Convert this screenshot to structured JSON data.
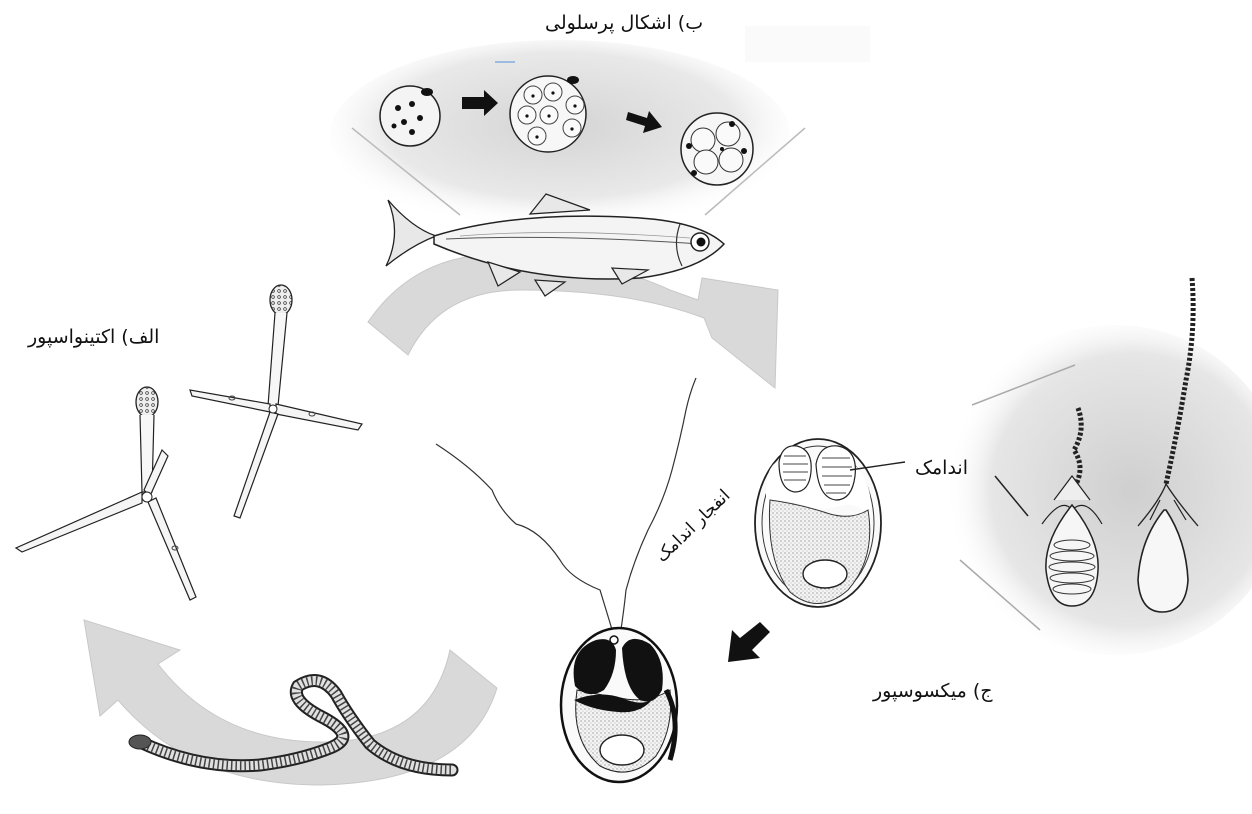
{
  "labels": {
    "multicellular": "ب) اشکال پرسلولی",
    "actinospore": "الف) اکتینواسپور",
    "myxospore": "ج) میکسوسپور",
    "polar_capsule": "اندامک",
    "capsule_burst": "انفجار اندامک"
  },
  "colors": {
    "cycle_arrow": "#d9d9d9",
    "shade": "#dcdcdc",
    "line": "#222222",
    "dark_fill": "#111111"
  }
}
